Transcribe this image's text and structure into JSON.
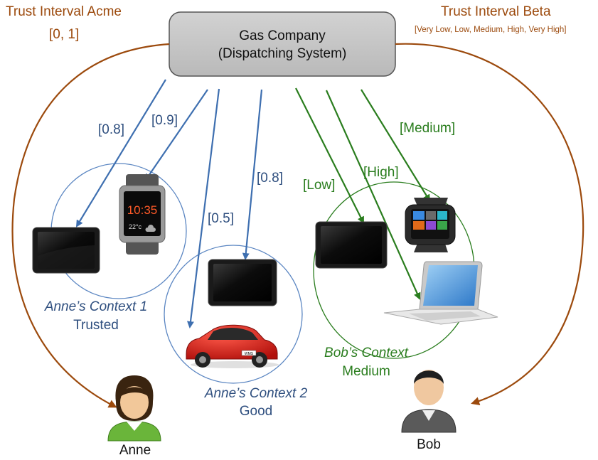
{
  "colors": {
    "brown": "#9c4a0d",
    "blue": "#3e6fb0",
    "green": "#2a7d1e",
    "box_fill": "#c8c8c8"
  },
  "trust_acme": {
    "title": "Trust Interval Acme",
    "range": "[0, 1]"
  },
  "trust_beta": {
    "title": "Trust Interval Beta",
    "range": "[Very Low, Low, Medium, High, Very High]"
  },
  "dispatcher": {
    "line1": "Gas Company",
    "line2": "(Dispatching System)"
  },
  "blue_labels": [
    "[0.8]",
    "[0.9]",
    "[0.5]",
    "[0.8]"
  ],
  "green_labels": [
    "[Low]",
    "[High]",
    "[Medium]"
  ],
  "context1": {
    "name": "Anne’s Context 1",
    "status": "Trusted"
  },
  "context2": {
    "name": "Anne’s Context 2",
    "status": "Good"
  },
  "bob_context": {
    "name": "Bob’s Context",
    "status": "Medium"
  },
  "watch1": {
    "time": "10:35",
    "temp": "22°c"
  },
  "car": {
    "plate": "WMS"
  },
  "people": {
    "anne": "Anne",
    "bob": "Bob"
  },
  "icons": [
    "tablet-icon",
    "smartwatch-icon",
    "car-icon",
    "laptop-icon",
    "user-anne-icon",
    "user-bob-icon"
  ]
}
